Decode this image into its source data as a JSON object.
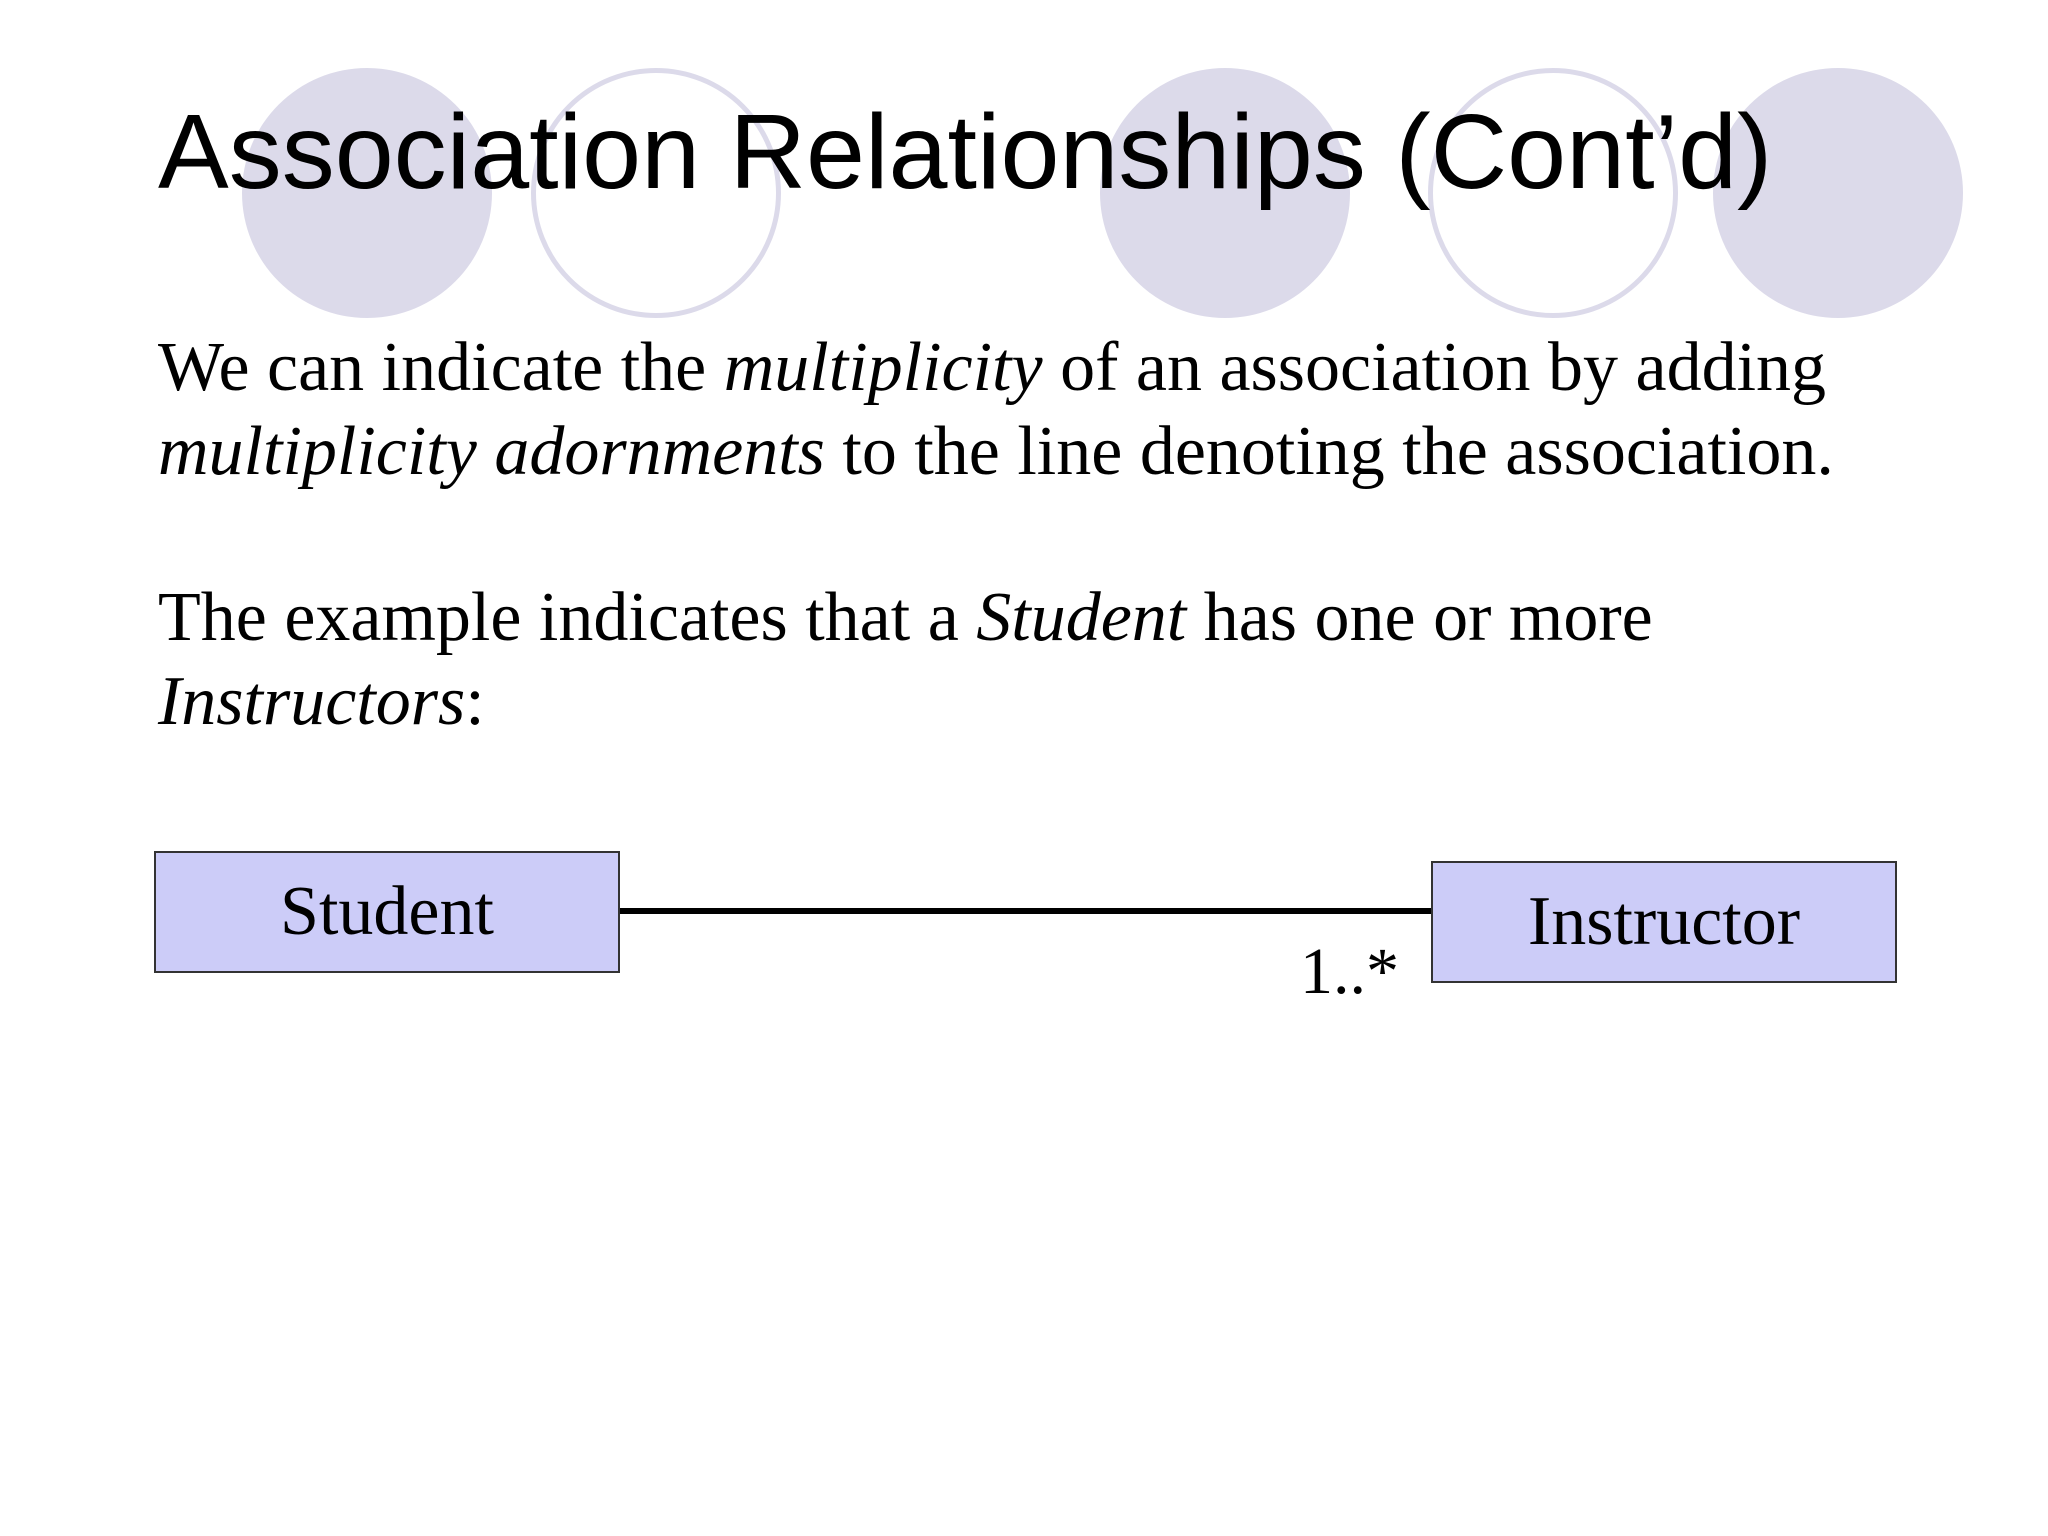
{
  "slide": {
    "title": "Association Relationships (Cont’d)",
    "paragraph1": {
      "t1": "We can indicate the ",
      "t2": "multiplicity",
      "t3": " of an association by adding",
      "t4": "multiplicity adornments",
      "t5": " to the line denoting the association."
    },
    "paragraph2": {
      "t1": "The example indicates that a ",
      "t2": "Student",
      "t3": " has one or more",
      "t4": "Instructors",
      "t5": ":"
    }
  },
  "diagram": {
    "classes": [
      {
        "label": "Student"
      },
      {
        "label": "Instructor"
      }
    ],
    "association": {
      "multiplicity": "1..*"
    }
  },
  "colors": {
    "decoration": "#dcdaea",
    "class_box_fill": "#ccccf8",
    "text": "#000000"
  }
}
